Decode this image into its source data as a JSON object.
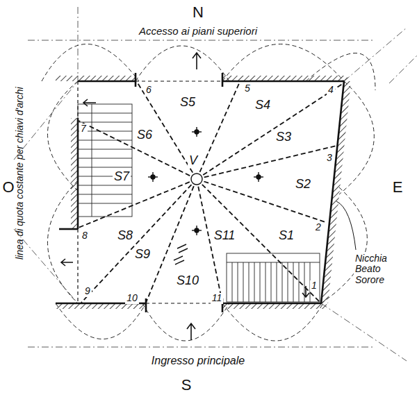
{
  "diagram": {
    "labels": [
      "N",
      "Accesso ai piani superiori",
      "linea di quota costante per chiavi d'archi",
      "O",
      "E",
      "Nicchia Beato Sorore",
      "Ingresso principale",
      "S",
      "S5",
      "S4",
      "S3",
      "S6",
      "S2",
      "S7",
      "V",
      "S8",
      "S11",
      "S1",
      "S9",
      "S10",
      "1",
      "2",
      "3",
      "4",
      "5",
      "6",
      "7",
      "8",
      "9",
      "10",
      "11"
    ]
  }
}
